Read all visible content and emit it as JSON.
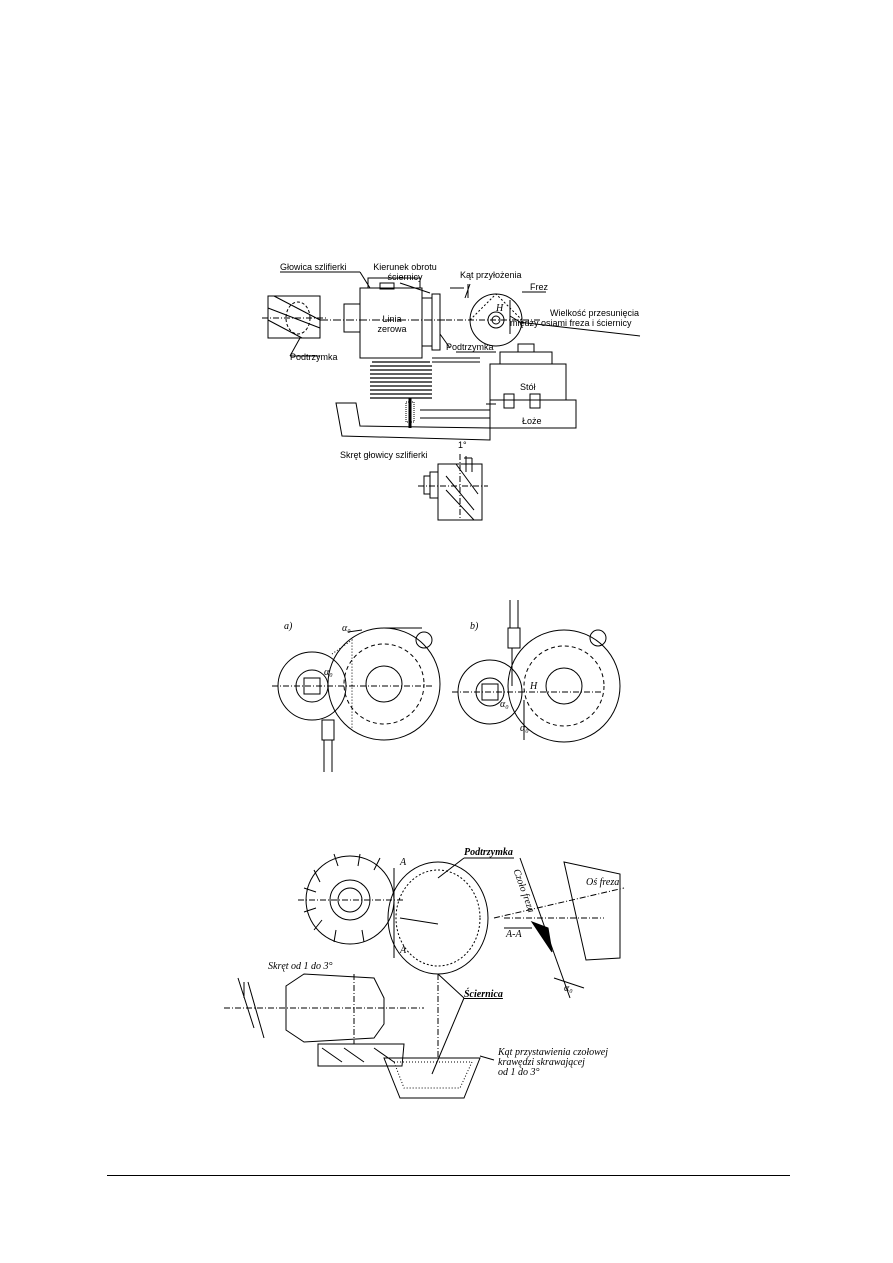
{
  "figure1": {
    "labels": {
      "head": "Głowica szlifierki",
      "rotation_line1": "Kierunek obrotu",
      "rotation_line2": "ściernicy",
      "clearance_angle": "Kąt przyłożenia",
      "cutter": "Frez",
      "offset_line1": "Wielkość przesunięcia",
      "offset_line2": "między osiami freza i ściernicy",
      "zero_line1": "Linia",
      "zero_line2": "zerowa",
      "support_right": "Podtrzymka",
      "support_left": "Podtrzymka",
      "table": "Stół",
      "bed": "Łoże",
      "head_tilt": "Skręt głowicy szlifierki",
      "tilt_value": "1°",
      "h_mark": "H"
    }
  },
  "figure2": {
    "labels": {
      "a": "a)",
      "b": "b)",
      "alpha_top": "α₀",
      "alpha_a": "α₀",
      "alpha_b1": "α₀",
      "alpha_b2": "α₀",
      "h_mark": "H"
    }
  },
  "figure3": {
    "labels": {
      "support": "Podtrzymka",
      "section_mark_top": "A",
      "section_mark_bottom": "A",
      "section": "A-A",
      "cutter_face": "Czoło freza",
      "cutter_axis": "Oś freza",
      "alpha": "α₀",
      "tilt": "Skręt od 1 do 3°",
      "grinding_wheel": "Ściernica",
      "angle_line1": "Kąt przystawienia czołowej",
      "angle_line2": "krawędzi skrawającej",
      "angle_line3": "od 1 do 3°"
    }
  }
}
